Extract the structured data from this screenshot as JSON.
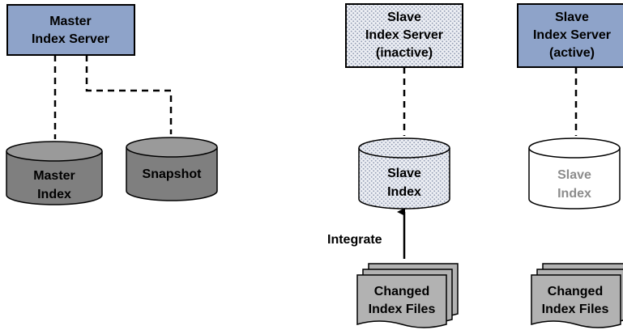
{
  "master": {
    "server_line1": "Master",
    "server_line2": "Index Server",
    "index_line1": "Master",
    "index_line2": "Index",
    "snapshot": "Snapshot"
  },
  "slave_inactive": {
    "server_line1": "Slave",
    "server_line2": "Index Server",
    "server_line3": "(inactive)",
    "index_line1": "Slave",
    "index_line2": "Index",
    "integrate": "Integrate",
    "files_line1": "Changed",
    "files_line2": "Index Files"
  },
  "slave_active": {
    "server_line1": "Slave",
    "server_line2": "Index Server",
    "server_line3": "(active)",
    "index_line1": "Slave",
    "index_line2": "Index",
    "files_line1": "Changed",
    "files_line2": "Index Files"
  },
  "colors": {
    "server_fill": "#8ea3c9",
    "cylinder_fill": "#7f7f7f",
    "cylinder_top": "#9a9a9a",
    "files_fill": "#b2b2b2",
    "dotted_fill": "#d9dce6",
    "inactive_text": "#8c8c8c"
  }
}
